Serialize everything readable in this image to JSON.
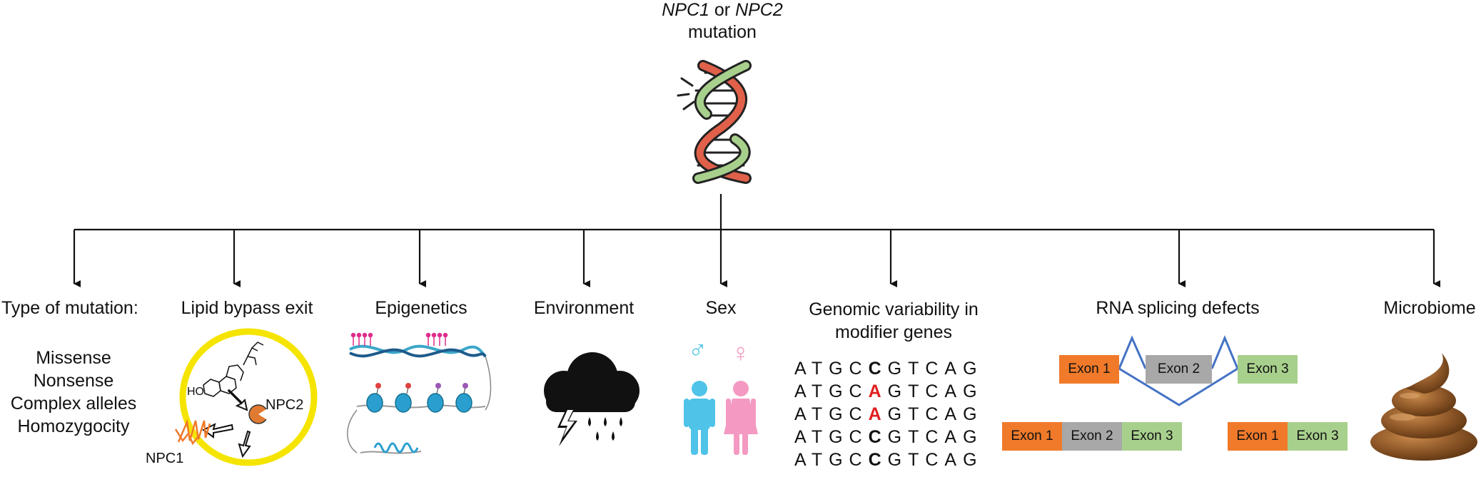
{
  "top": {
    "gene1": "NPC1",
    "connector": "or",
    "gene2": "NPC2",
    "line2": "mutation",
    "icon": "dna-broken-icon"
  },
  "branches": [
    {
      "label": "Type of mutation:"
    },
    {
      "label": "Lipid bypass exit"
    },
    {
      "label": "Epigenetics"
    },
    {
      "label": "Environment"
    },
    {
      "label": "Sex"
    },
    {
      "label": "Genomic variability in",
      "label2": "modifier genes"
    },
    {
      "label": "RNA splicing defects"
    },
    {
      "label": "Microbiome"
    }
  ],
  "mutation_types": [
    "Missense",
    "Nonsense",
    "Complex alleles",
    "Homozygocity"
  ],
  "lipid": {
    "npc2": "NPC2",
    "npc1": "NPC1",
    "ho": "HO"
  },
  "sex": {
    "male": "♂",
    "female": "♀"
  },
  "sequences": {
    "prefix": "ATGC",
    "suffix": "GTCAG",
    "rows": [
      {
        "base": "C",
        "color": "#111111"
      },
      {
        "base": "A",
        "color": "#e02020"
      },
      {
        "base": "A",
        "color": "#e02020"
      },
      {
        "base": "C",
        "color": "#111111"
      },
      {
        "base": "C",
        "color": "#111111"
      }
    ]
  },
  "splicing": {
    "exon1": "Exon 1",
    "exon2": "Exon 2",
    "exon3": "Exon 3",
    "colors": {
      "exon1": "#f07a2a",
      "exon2": "#a8a8a8",
      "exon3": "#a8d08d",
      "line": "#4472c4"
    }
  }
}
